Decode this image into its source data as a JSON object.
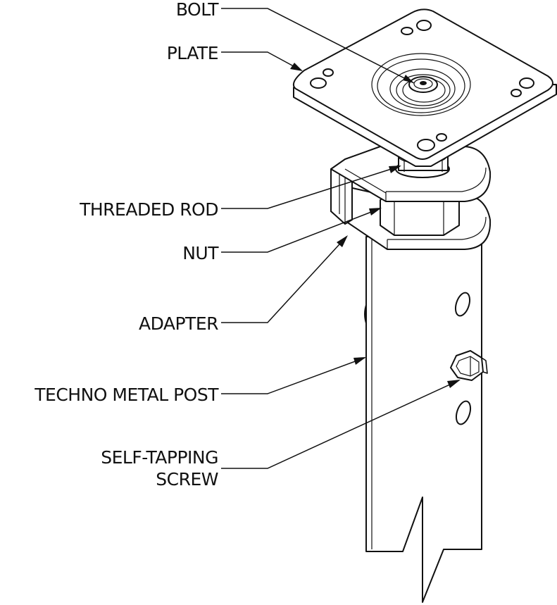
{
  "labels": {
    "bolt": "BOLT",
    "plate": "PLATE",
    "threaded_rod": "THREADED ROD",
    "nut": "NUT",
    "adapter": "ADAPTER",
    "post": "TECHNO METAL POST",
    "screw_line1": "SELF-TAPPING",
    "screw_line2": "SCREW"
  },
  "colors": {
    "ink": "#111111",
    "background": "#ffffff"
  }
}
